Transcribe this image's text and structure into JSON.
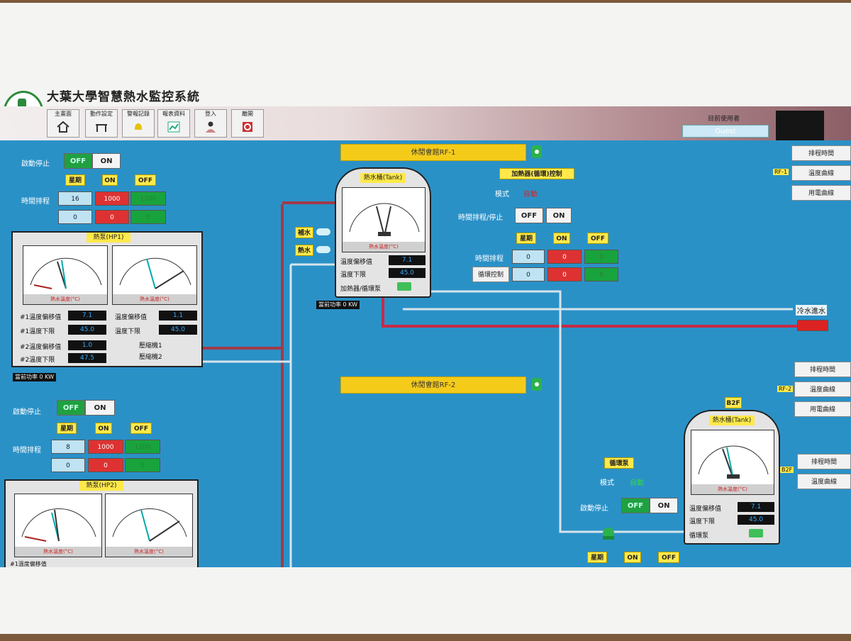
{
  "app": {
    "title": "大葉大學智慧熱水監控系統"
  },
  "toolbar": [
    {
      "label": "主畫面",
      "icon": "home-icon"
    },
    {
      "label": "動作設定",
      "icon": "desk-icon"
    },
    {
      "label": "警報記錄",
      "icon": "bell-icon"
    },
    {
      "label": "報表資料",
      "icon": "chart-icon"
    },
    {
      "label": "登入",
      "icon": "user-icon"
    },
    {
      "label": "離開",
      "icon": "exit-icon"
    }
  ],
  "user": {
    "label": "目前使用者",
    "name": "Guest"
  },
  "hp1": {
    "run_label": "啟動停止",
    "off": "OFF",
    "on": "ON",
    "hdr": [
      "星期",
      "ON",
      "OFF"
    ],
    "time_label": "時間排程",
    "row1": [
      "16",
      "1000",
      "1200"
    ],
    "row2": [
      "0",
      "0",
      "0"
    ],
    "panel_title": "熱泵(HP1)",
    "gauge_strip": "熱水溫度(°C)",
    "lines": [
      "#1溫度偏移值",
      "#1溫度下限",
      "#2溫度偏移值",
      "#2溫度下限"
    ],
    "vals": [
      "7.1",
      "45.0",
      "1.0",
      "47.5"
    ],
    "right_lines": [
      "溫度偏移值",
      "溫度下限"
    ],
    "right_vals": [
      "1.1",
      "45.0"
    ],
    "fault": [
      "壓縮機1",
      "壓縮機2"
    ],
    "power": "當前功率  0 KW"
  },
  "hp2": {
    "run_label": "啟動停止",
    "off": "OFF",
    "on": "ON",
    "hdr": [
      "星期",
      "ON",
      "OFF"
    ],
    "time_label": "時間排程",
    "row1": [
      "8",
      "1000",
      "1200"
    ],
    "row2": [
      "0",
      "0",
      "0"
    ],
    "panel_title": "熱泵(HP2)",
    "gauge_strip": "熱水溫度(°C)",
    "bottom_line": "#1溫度偏移值"
  },
  "tank1": {
    "banner": "休閒會館RF-1",
    "title": "熱水桶(Tank)",
    "strip": "熱水溫度(°C)",
    "lines": [
      "溫度偏移值",
      "溫度下限",
      "加熱器/循環泵"
    ],
    "vals": [
      "7.1",
      "45.0"
    ],
    "side": [
      "補水",
      "熱水"
    ],
    "power": "當前功率  0 KW",
    "pump_label": "加熱器(循環)控制",
    "mode_label": "模式",
    "mode_val": "自動",
    "time_label": "時間排程",
    "manual_label": "循環控制",
    "run_label": "時間排程/停止",
    "off": "OFF",
    "on": "ON",
    "hdr": [
      "星期",
      "ON",
      "OFF"
    ],
    "row1": [
      "0",
      "0",
      "0"
    ],
    "row2": [
      "0",
      "0",
      "0"
    ],
    "cold_label": "冷水進水"
  },
  "rf1_buttons": [
    "排程時間",
    "溫度曲線",
    "用電曲線"
  ],
  "rf1_tag": "RF-1",
  "rf2_buttons": [
    "排程時間",
    "溫度曲線",
    "用電曲線"
  ],
  "rf2_tag": "RF-2",
  "b2f_buttons": [
    "排程時間",
    "溫度曲線"
  ],
  "b2f_tag": "B2F",
  "rf2": {
    "banner": "休閒會館RF-2"
  },
  "b2f": {
    "title": "熱水桶(Tank)",
    "strip": "熱水溫度(°C)",
    "lines": [
      "溫度偏移值",
      "溫度下限",
      "循環泵"
    ],
    "vals": [
      "7.1",
      "45.0"
    ],
    "top_tag": "B2F",
    "pump_label": "循環泵",
    "mode_label": "模式",
    "mode_val": "自動",
    "run_label": "啟動停止",
    "off": "OFF",
    "on": "ON",
    "hdr": [
      "星期",
      "ON",
      "OFF"
    ]
  }
}
